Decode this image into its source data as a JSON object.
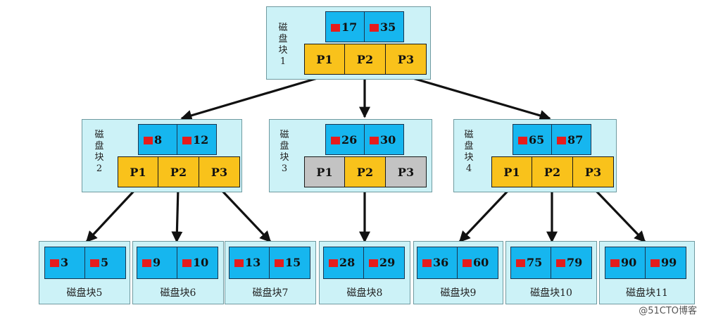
{
  "root": {
    "label_chars": [
      "磁",
      "盘",
      "块",
      "1"
    ],
    "keys": [
      "17",
      "35"
    ],
    "pointers": [
      "P1",
      "P2",
      "P3"
    ]
  },
  "level2": [
    {
      "label_chars": [
        "磁",
        "盘",
        "块",
        "2"
      ],
      "keys": [
        "8",
        "12"
      ],
      "pointers": [
        "P1",
        "P2",
        "P3"
      ]
    },
    {
      "label_chars": [
        "磁",
        "盘",
        "块",
        "3"
      ],
      "keys": [
        "26",
        "30"
      ],
      "pointers": [
        "P1",
        "P2",
        "P3"
      ]
    },
    {
      "label_chars": [
        "磁",
        "盘",
        "块",
        "4"
      ],
      "keys": [
        "65",
        "87"
      ],
      "pointers": [
        "P1",
        "P2",
        "P3"
      ]
    }
  ],
  "leaves": [
    {
      "keys": [
        "3",
        "5"
      ],
      "label": "磁盘块5"
    },
    {
      "keys": [
        "9",
        "10"
      ],
      "label": "磁盘块6"
    },
    {
      "keys": [
        "13",
        "15"
      ],
      "label": "磁盘块7"
    },
    {
      "keys": [
        "28",
        "29"
      ],
      "label": "磁盘块8"
    },
    {
      "keys": [
        "36",
        "60"
      ],
      "label": "磁盘块9"
    },
    {
      "keys": [
        "75",
        "79"
      ],
      "label": "磁盘块10"
    },
    {
      "keys": [
        "90",
        "99"
      ],
      "label": "磁盘块11"
    }
  ],
  "watermark": "@51CTO博客",
  "colors": {
    "block_bg": "#ccf2f7",
    "key_cell": "#16b6ef",
    "pointer_cell": "#f9c21b",
    "pointer_null": "#c3c3c3",
    "record_marker": "#e61c1c"
  }
}
